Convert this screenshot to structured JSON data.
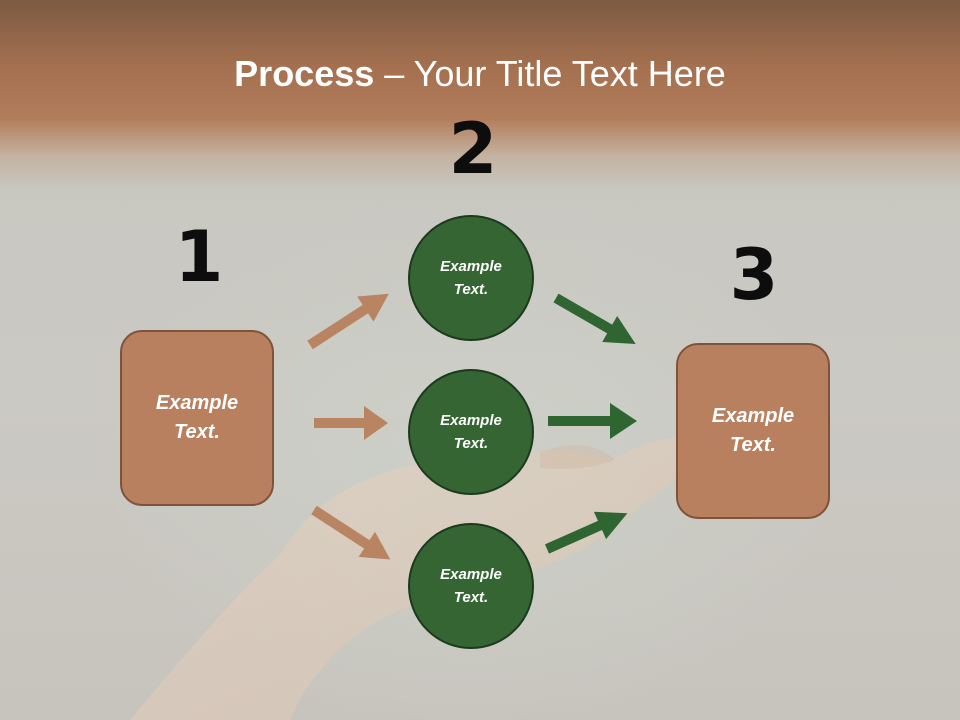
{
  "title": {
    "bold": "Process",
    "rest": " – Your Title Text Here"
  },
  "steps": {
    "one": {
      "number": "1",
      "label": "Example\nText."
    },
    "two": {
      "number": "2",
      "labels": [
        "Example\nText.",
        "Example\nText.",
        "Example\nText."
      ]
    },
    "three": {
      "number": "3",
      "label": "Example\nText."
    }
  },
  "colors": {
    "brown": "#b9805f",
    "green": "#346533",
    "arrow_brown": "#b88462",
    "arrow_green": "#2f6531"
  }
}
